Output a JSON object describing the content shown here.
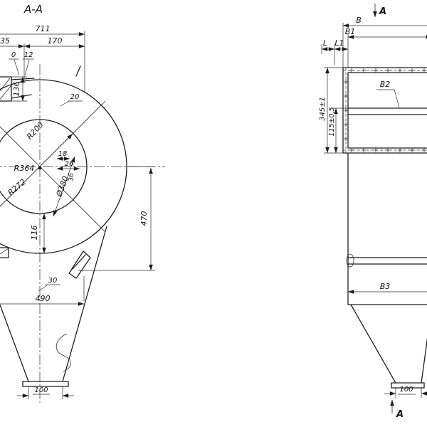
{
  "drawing_title": "A-A",
  "left": {
    "dim711": "711",
    "dim35": "35",
    "dim170": "170",
    "dim0": "0",
    "dim12": "12",
    "dim136": "136",
    "dim20": "20",
    "r200": "R200",
    "dim18": "18",
    "r364": "R364",
    "dim26": "26",
    "dim36": "36",
    "r272": "R272",
    "dia380": "Ø380",
    "dim116": "116",
    "dim470": "470",
    "dim30": "30",
    "dim490": "490",
    "dim100": "100"
  },
  "right": {
    "section_top": "A",
    "section_bottom": "A",
    "dimB": "B",
    "dimB1": "B1",
    "dimL": "L",
    "dimL1": "L1",
    "dimB2": "B2",
    "dim345": "345±1",
    "dim115": "115±0.5",
    "dimB3": "B3",
    "dim100": "100"
  },
  "colors": {
    "line": "#1d1d1d",
    "background": "#ffffff"
  }
}
